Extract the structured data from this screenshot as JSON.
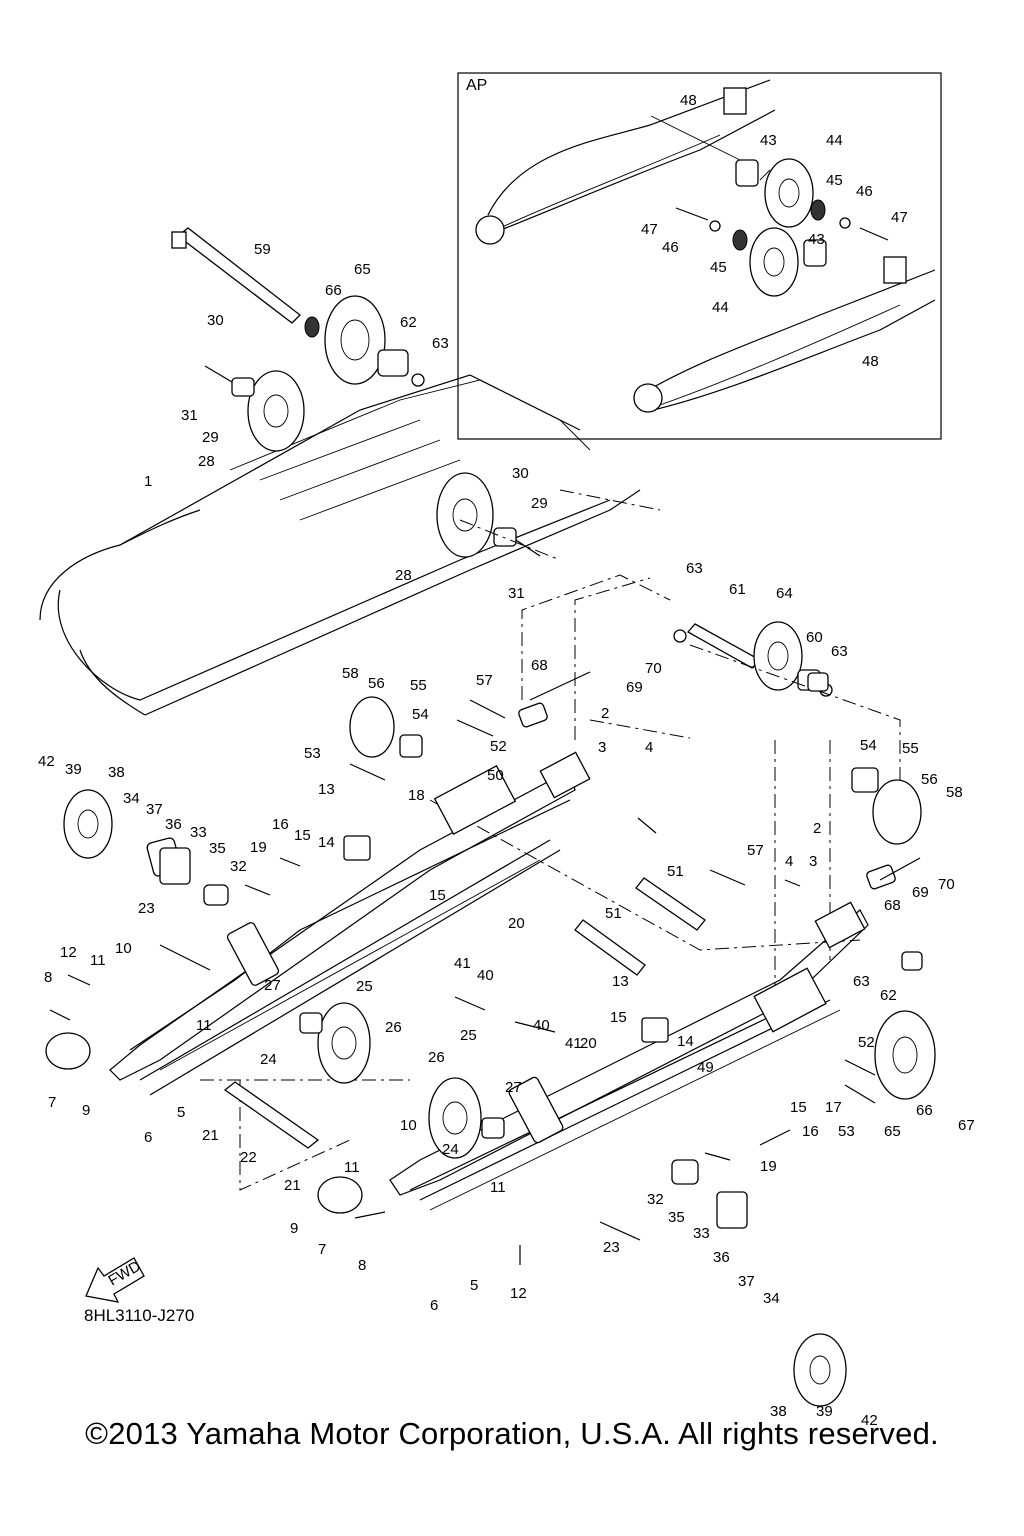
{
  "diagram": {
    "inset_label": "AP",
    "drawing_code": "8HL3110-J270",
    "fwd_label": "FWD",
    "copyright": "©2013 Yamaha Motor Corporation, U.S.A. All rights reserved.",
    "callouts": [
      "1",
      "2",
      "3",
      "4",
      "5",
      "6",
      "7",
      "8",
      "9",
      "10",
      "11",
      "12",
      "13",
      "14",
      "15",
      "16",
      "17",
      "18",
      "19",
      "20",
      "21",
      "22",
      "23",
      "24",
      "25",
      "26",
      "27",
      "28",
      "29",
      "30",
      "31",
      "32",
      "33",
      "34",
      "35",
      "36",
      "37",
      "38",
      "39",
      "40",
      "41",
      "42",
      "43",
      "44",
      "45",
      "46",
      "47",
      "48",
      "49",
      "50",
      "51",
      "52",
      "53",
      "54",
      "55",
      "56",
      "57",
      "58",
      "59",
      "60",
      "61",
      "62",
      "63",
      "64",
      "65",
      "66",
      "67",
      "68",
      "69",
      "70"
    ]
  }
}
